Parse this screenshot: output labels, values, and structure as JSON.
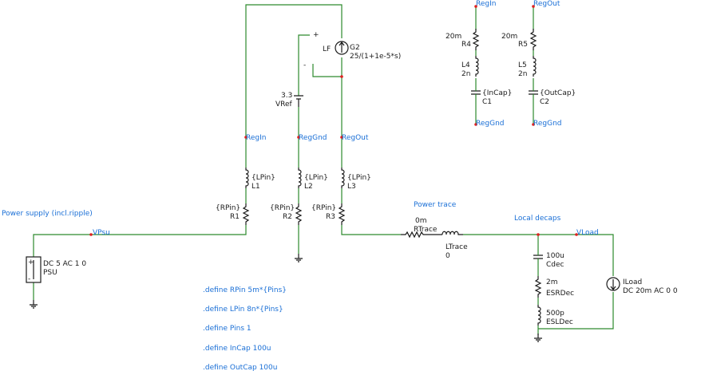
{
  "nets": {
    "regin_top": "RegIn",
    "regout_top": "RegOut",
    "reggnd_top": "RegGnd",
    "reggnd_top2": "RegGnd",
    "regin": "RegIn",
    "reggnd": "RegGnd",
    "regout": "RegOut",
    "vpsu": "VPsu",
    "vload": "VLoad"
  },
  "labels": {
    "power_supply": "Power supply (incl.ripple)",
    "power_trace": "Power trace",
    "local_decaps": "Local decaps"
  },
  "components": {
    "G2": {
      "name": "G2",
      "value": "25/(1+1e-5*s)",
      "tag": "LF"
    },
    "VRef": {
      "name": "VRef",
      "value": "3.3"
    },
    "L1": {
      "name": "L1",
      "value": "{LPin}"
    },
    "L2": {
      "name": "L2",
      "value": "{LPin}"
    },
    "L3": {
      "name": "L3",
      "value": "{LPin}"
    },
    "R1": {
      "name": "R1",
      "value": "{RPin}"
    },
    "R2": {
      "name": "R2",
      "value": "{RPin}"
    },
    "R3": {
      "name": "R3",
      "value": "{RPin}"
    },
    "R4": {
      "name": "R4",
      "value": "20m"
    },
    "R5": {
      "name": "R5",
      "value": "20m"
    },
    "L4": {
      "name": "L4",
      "value": "2n"
    },
    "L5": {
      "name": "L5",
      "value": "2n"
    },
    "C1": {
      "name": "C1",
      "value": "{InCap}"
    },
    "C2": {
      "name": "C2",
      "value": "{OutCap}"
    },
    "PSU": {
      "name": "PSU",
      "value": "DC 5 AC 1 0"
    },
    "RTrace": {
      "name": "RTrace",
      "value": "0m"
    },
    "LTrace": {
      "name": "LTrace",
      "value": "0"
    },
    "Cdec": {
      "name": "Cdec",
      "value": "100u"
    },
    "ESRDec": {
      "name": "ESRDec",
      "value": "2m"
    },
    "ESLDec": {
      "name": "ESLDec",
      "value": "500p"
    },
    "ILoad": {
      "name": "ILoad",
      "value": "DC 20m AC 0 0"
    }
  },
  "pol": {
    "plus": "+",
    "minus": "-"
  },
  "directives": [
    ".define RPin 5m*{Pins}",
    ".define LPin 8n*{Pins}",
    ".define Pins 1",
    ".define InCap 100u",
    ".define OutCap 100u"
  ]
}
